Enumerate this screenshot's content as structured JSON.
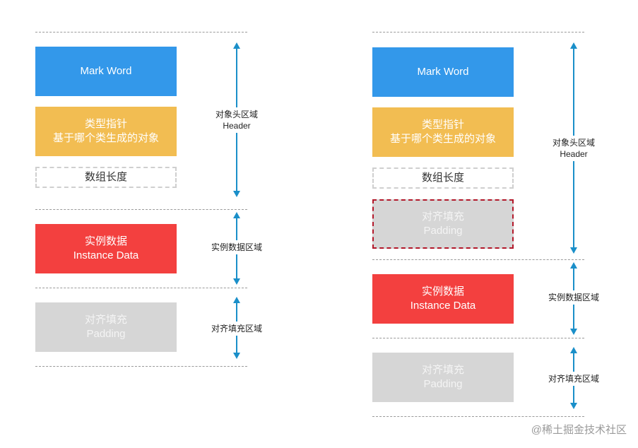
{
  "left": {
    "mark_word": "Mark Word",
    "type_pointer": {
      "line1": "类型指针",
      "line2": "基于哪个类生成的对象"
    },
    "array_length": "数组长度",
    "instance_data": {
      "line1": "实例数据",
      "line2": "Instance Data"
    },
    "padding": {
      "line1": "对齐填充",
      "line2": "Padding"
    },
    "header_region": {
      "line1": "对象头区域",
      "line2": "Header"
    },
    "instance_region": "实例数据区域",
    "padding_region": "对齐填充区域"
  },
  "right": {
    "mark_word": "Mark Word",
    "type_pointer": {
      "line1": "类型指针",
      "line2": "基于哪个类生成的对象"
    },
    "array_length": "数组长度",
    "header_padding": {
      "line1": "对齐填充",
      "line2": "Padding"
    },
    "instance_data": {
      "line1": "实例数据",
      "line2": "Instance Data"
    },
    "padding": {
      "line1": "对齐填充",
      "line2": "Padding"
    },
    "header_region": {
      "line1": "对象头区域",
      "line2": "Header"
    },
    "instance_region": "实例数据区域",
    "padding_region": "对齐填充区域"
  },
  "watermark": "@稀土掘金技术社区",
  "colors": {
    "mark_word": "#3398ea",
    "type_pointer": "#f2bd52",
    "instance_data": "#f3403f",
    "padding": "#d6d6d6",
    "highlight_border": "#b3182a",
    "arrow": "#1a8fc9"
  }
}
